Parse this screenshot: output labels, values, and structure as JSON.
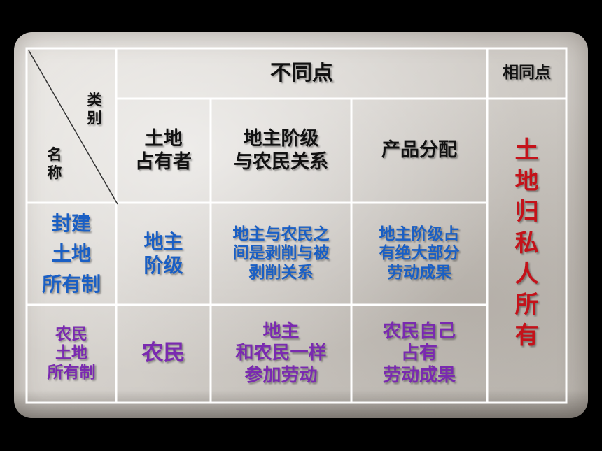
{
  "header": {
    "different_points": "不同点",
    "same_point": "相同点",
    "corner_category": "类别",
    "corner_name": "名称"
  },
  "columns": {
    "land_owner": [
      "土地",
      "占有者"
    ],
    "relationship": [
      "地主阶级",
      "与农民关系"
    ],
    "distribution": "产品分配"
  },
  "rows": [
    {
      "name": [
        "封建",
        "土地",
        "所有制"
      ],
      "land_owner": [
        "地主",
        "阶级"
      ],
      "relationship": [
        "地主与农民之",
        "间是剥削与被",
        "剥削关系"
      ],
      "distribution": [
        "地主阶级占",
        "有绝大部分",
        "劳动成果"
      ]
    },
    {
      "name": [
        "农民",
        "土地",
        "所有制"
      ],
      "land_owner": [
        "农民"
      ],
      "relationship": [
        "地主",
        "和农民一样",
        "参加劳动"
      ],
      "distribution": [
        "农民自己",
        "占有",
        "劳动成果"
      ]
    }
  ],
  "same_point_content": [
    "土",
    "地",
    "归",
    "私",
    "人",
    "所",
    "有"
  ],
  "colors": {
    "row1": "#1a5fc4",
    "row2": "#7a2ab0",
    "same": "#c4121a"
  }
}
